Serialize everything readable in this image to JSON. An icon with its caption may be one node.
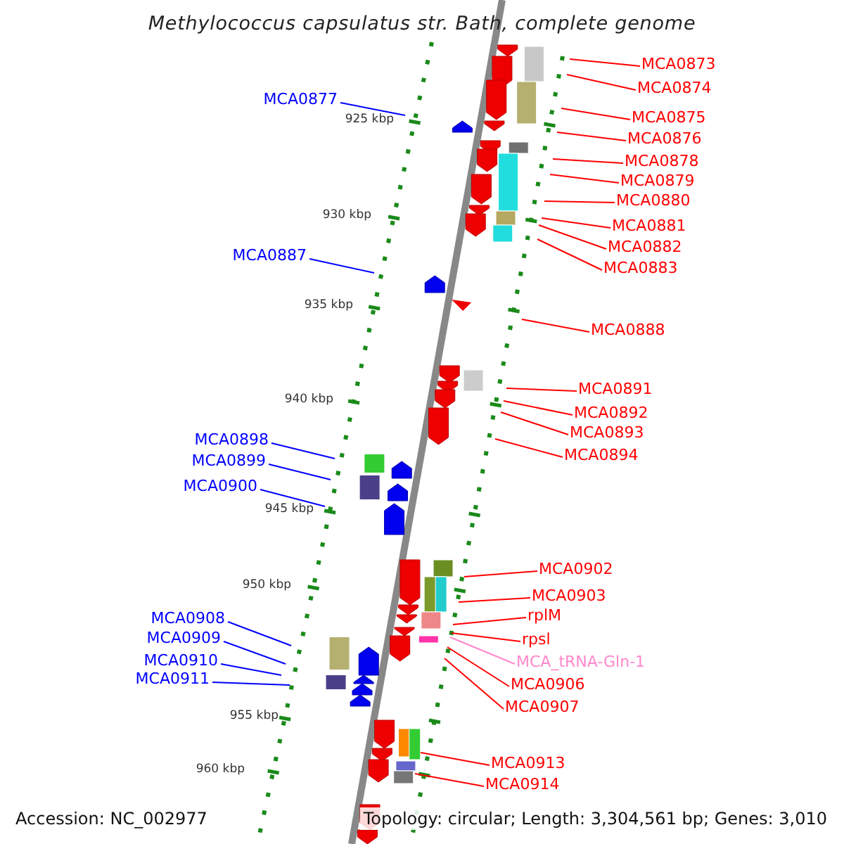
{
  "diagram": {
    "title": "Methylococcus capsulatus str. Bath, complete genome",
    "nodes": [
      {
        "text": [
          "MCA0873"
        ]
      },
      {
        "text": [
          "MCA0874"
        ]
      },
      {
        "text": [
          "MCA0877"
        ]
      },
      {
        "text": [
          "MCA0875"
        ]
      },
      {
        "text": [
          "MCA0876"
        ]
      },
      {
        "text": [
          "MCA0878"
        ]
      },
      {
        "text": [
          "MCA0879"
        ]
      },
      {
        "text": [
          "MCA0880"
        ]
      },
      {
        "text": [
          "MCA0881"
        ]
      },
      {
        "text": [
          "MCA0882"
        ]
      },
      {
        "text": [
          "MCA0887"
        ]
      },
      {
        "text": [
          "MCA0883"
        ]
      },
      {
        "text": [
          "MCA0888"
        ]
      },
      {
        "text": [
          "MCA0891"
        ]
      },
      {
        "text": [
          "MCA0892"
        ]
      },
      {
        "text": [
          "MCA0893"
        ]
      },
      {
        "text": [
          "MCA0898"
        ]
      },
      {
        "text": [
          "MCA0894"
        ]
      },
      {
        "text": [
          "MCA0899"
        ]
      },
      {
        "text": [
          "MCA0900"
        ]
      },
      {
        "text": [
          "MCA0902"
        ]
      },
      {
        "text": [
          "MCA0903"
        ]
      },
      {
        "text": [
          "rplM"
        ]
      },
      {
        "text": [
          "MCA0908"
        ]
      },
      {
        "text": [
          "MCA0909"
        ]
      },
      {
        "text": [
          "rpsl"
        ]
      },
      {
        "text": [
          "MCA0910"
        ]
      },
      {
        "text": [
          "MCA_tRNA-Gln-1"
        ]
      },
      {
        "text": [
          "MCA0911"
        ]
      },
      {
        "text": [
          "MCA0906"
        ]
      },
      {
        "text": [
          "MCA0907"
        ]
      },
      {
        "text": [
          "MCA0913"
        ]
      },
      {
        "text": [
          "MCA0914"
        ]
      }
    ],
    "edges": [
      {
        "from": 0,
        "to": null,
        "arrow": "none"
      },
      {
        "from": 1,
        "to": null,
        "arrow": "none"
      },
      {
        "from": 2,
        "to": null,
        "arrow": "none",
        "color": "#0000ff"
      },
      {
        "from": 3,
        "to": null,
        "arrow": "none"
      },
      {
        "from": 4,
        "to": null,
        "arrow": "none"
      },
      {
        "from": 5,
        "to": null,
        "arrow": "none"
      },
      {
        "from": 6,
        "to": null,
        "arrow": "none"
      },
      {
        "from": 7,
        "to": null,
        "arrow": "none"
      },
      {
        "from": 8,
        "to": null,
        "arrow": "none"
      },
      {
        "from": 9,
        "to": null,
        "arrow": "none"
      },
      {
        "from": 10,
        "to": null,
        "arrow": "none",
        "color": "#0000ff"
      },
      {
        "from": 11,
        "to": null,
        "arrow": "none"
      },
      {
        "from": 12,
        "to": null,
        "arrow": "none"
      },
      {
        "from": 13,
        "to": null,
        "arrow": "none"
      },
      {
        "from": 14,
        "to": null,
        "arrow": "none"
      },
      {
        "from": 15,
        "to": null,
        "arrow": "none"
      },
      {
        "from": 16,
        "to": null,
        "arrow": "none",
        "color": "#0000ff"
      },
      {
        "from": 17,
        "to": null,
        "arrow": "none"
      },
      {
        "from": 18,
        "to": null,
        "arrow": "none",
        "color": "#0000ff"
      },
      {
        "from": 19,
        "to": null,
        "arrow": "none",
        "color": "#0000ff"
      },
      {
        "from": 20,
        "to": null,
        "arrow": "none"
      },
      {
        "from": 21,
        "to": null,
        "arrow": "none"
      },
      {
        "from": 22,
        "to": null,
        "arrow": "none"
      },
      {
        "from": 23,
        "to": null,
        "arrow": "none",
        "color": "#0000ff"
      },
      {
        "from": 24,
        "to": null,
        "arrow": "none",
        "color": "#0000ff"
      },
      {
        "from": 25,
        "to": null,
        "arrow": "none"
      },
      {
        "from": 26,
        "to": null,
        "arrow": "none",
        "color": "#0000ff"
      },
      {
        "from": 27,
        "to": null,
        "arrow": "none",
        "color": "#ff88cc"
      },
      {
        "from": 28,
        "to": null,
        "arrow": "none",
        "color": "#0000ff"
      },
      {
        "from": 29,
        "to": null,
        "arrow": "none"
      },
      {
        "from": 30,
        "to": null,
        "arrow": "none"
      },
      {
        "from": 31,
        "to": null,
        "arrow": "none"
      },
      {
        "from": 32,
        "to": null,
        "arrow": "none"
      }
    ],
    "labels": [
      "925 kbp",
      "930 kbp",
      "935 kbp",
      "940 kbp",
      "945 kbp",
      "950 kbp",
      "955 kbp",
      "960 kbp",
      "Accession: NC_002977",
      "Topology: circular; Length: 3,304,561 bp; Genes: 3,010"
    ]
  }
}
